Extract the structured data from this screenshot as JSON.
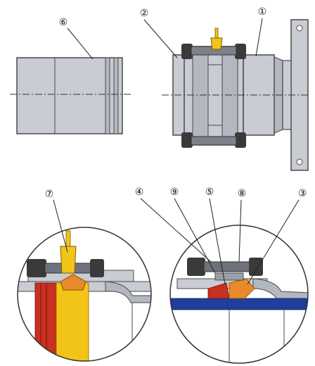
{
  "callouts": {
    "c1": "①",
    "c2": "②",
    "c3": "③",
    "c4": "④",
    "c5": "⑤",
    "c6": "⑥",
    "c7": "⑦",
    "c8": "⑧",
    "c9": "⑨"
  },
  "colors": {
    "metal": "#c9ccd3",
    "metal_dark": "#9aa0aa",
    "outline": "#4a4a4a",
    "bolt": "#3a3a3a",
    "yellow": "#f2c417",
    "orange": "#e98a2a",
    "red": "#c8301f",
    "blue": "#1f3f9a"
  }
}
